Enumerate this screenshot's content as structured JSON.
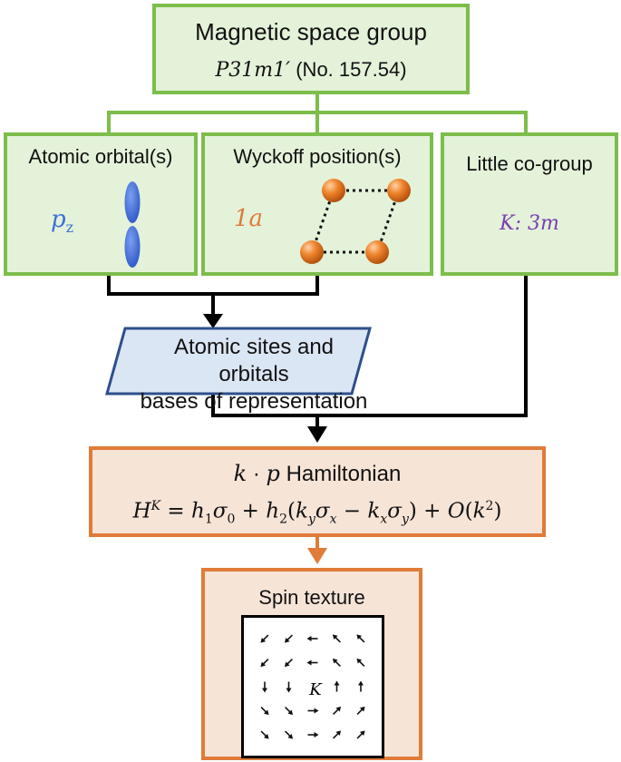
{
  "magnetic_space_group": {
    "title": "Magnetic space group",
    "symbol": "P31m1′",
    "number": "(No. 157.54)"
  },
  "atomic_orbitals": {
    "title": "Atomic orbital(s)",
    "orbital_base": "p",
    "orbital_sub": "z"
  },
  "wyckoff": {
    "title": "Wyckoff position(s)",
    "label": "1a"
  },
  "little_cogroup": {
    "title": "Little co-group",
    "label": "K: 3m"
  },
  "bases": {
    "line1": "Atomic sites and orbitals",
    "line2": "bases of representation"
  },
  "hamiltonian": {
    "title_suffix": "Hamiltonian",
    "title_k": "k",
    "title_dot": " · ",
    "title_p": "p"
  },
  "spin_texture": {
    "title": "Spin texture",
    "center_label": "K",
    "arrow_angles_deg": [
      [
        225,
        225,
        180,
        135,
        135
      ],
      [
        225,
        225,
        180,
        135,
        135
      ],
      [
        270,
        270,
        0,
        90,
        90
      ],
      [
        315,
        315,
        0,
        45,
        45
      ],
      [
        315,
        315,
        0,
        45,
        45
      ]
    ]
  },
  "colors": {
    "green_border": "#7dbd4a",
    "green_fill": "#e3f2d9",
    "orange_border": "#e07b39",
    "orange_fill": "#f6e4d7",
    "blue_border": "#2e4f8c",
    "blue_fill": "#dbe6f4",
    "orbital_blue": "#3f6fd6",
    "wyckoff_orange": "#e07b39",
    "cogroup_purple": "#7a3fb0"
  }
}
